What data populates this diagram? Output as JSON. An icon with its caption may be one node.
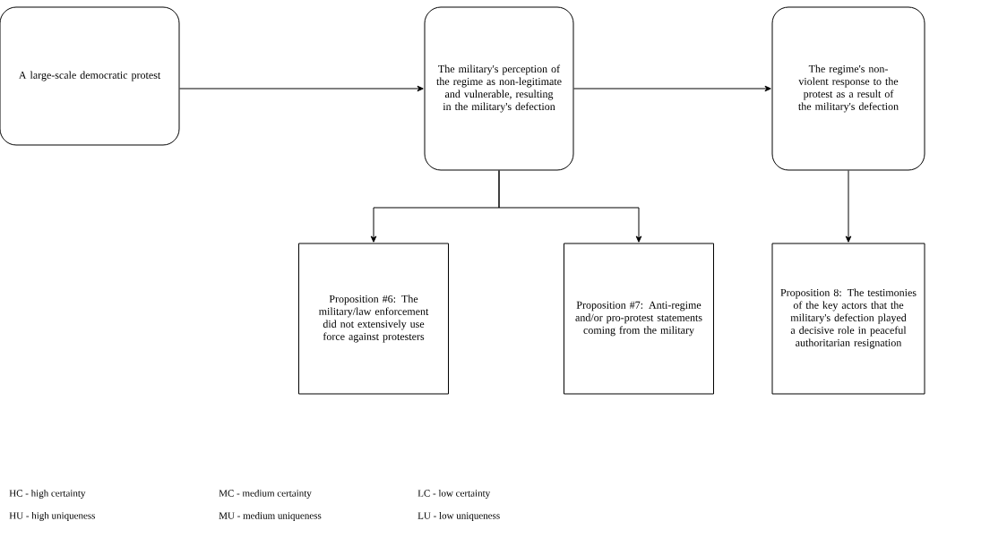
{
  "diagram": {
    "nodes": [
      {
        "text": [
          "A large-scale democratic protest"
        ]
      },
      {
        "text": [
          "The military's perception of the regime as non-legitimate and vulnerable, resulting in the military's defection"
        ]
      },
      {
        "text": [
          "The regime's non-violent response to the protest as a result of the military's defection"
        ]
      },
      {
        "text": [
          "Proposition #6: The military/law enforcement did not extensively use force against protesters"
        ]
      },
      {
        "text": [
          "Proposition #7: Anti-regime and/or pro-protest statements coming from the military"
        ]
      },
      {
        "text": [
          "Proposition 8: The testimonies of the key actors that the military's defection played a decisive role in peaceful authoritarian resignation"
        ]
      }
    ],
    "edges": [
      {
        "from": 0,
        "to": 1,
        "arrow": "to"
      },
      {
        "from": 1,
        "to": 2,
        "arrow": "to"
      },
      {
        "from": 1,
        "to": 3,
        "arrow": "to"
      },
      {
        "from": 1,
        "to": 4,
        "arrow": "to"
      },
      {
        "from": 2,
        "to": 5,
        "arrow": "to"
      }
    ],
    "labels": [
      "HC - high certainty",
      "MC - medium certainty",
      "LC - low certainty",
      "HU - high uniqueness",
      "MU - medium uniqueness",
      "LU - low uniqueness"
    ]
  }
}
